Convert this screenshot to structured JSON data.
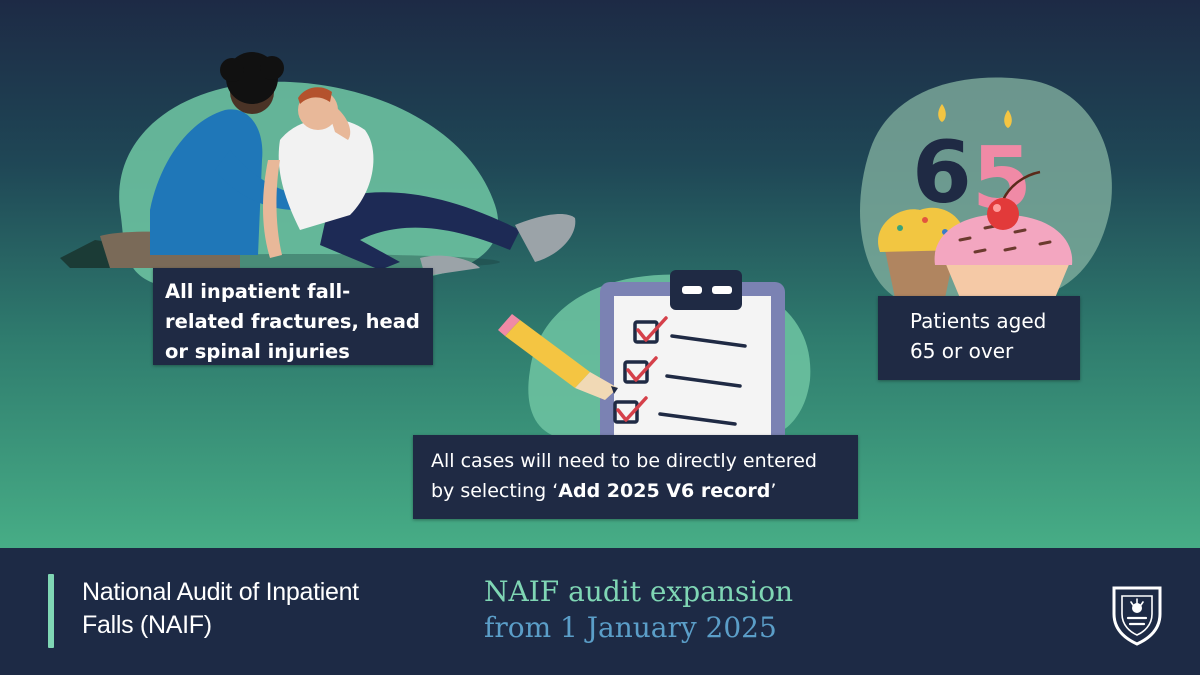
{
  "captions": {
    "falls": "All inpatient fall-related fractures, head or spinal injuries",
    "age": "Patients aged 65 or over",
    "cases_prefix": "All cases will need to be directly entered by selecting ‘",
    "cases_bold": "Add 2025 V6 record",
    "cases_suffix": "’"
  },
  "illustrations": {
    "candle_digits": [
      "6",
      "5"
    ],
    "icons": [
      "fall-assistance-illustration",
      "birthday-cupcakes-illustration",
      "checklist-clipboard-illustration",
      "pencil-icon",
      "crest-logo-icon"
    ]
  },
  "footer": {
    "org_name": "National Audit of Inpatient Falls (NAIF)",
    "headline_line1": "NAIF audit expansion",
    "headline_line2": "from 1 January 2025"
  },
  "colors": {
    "dark_navy": "#1d2a45",
    "mint": "#7fd6b4",
    "sky_blue": "#5b9ec8",
    "caption_bg": "#1f2a44"
  }
}
